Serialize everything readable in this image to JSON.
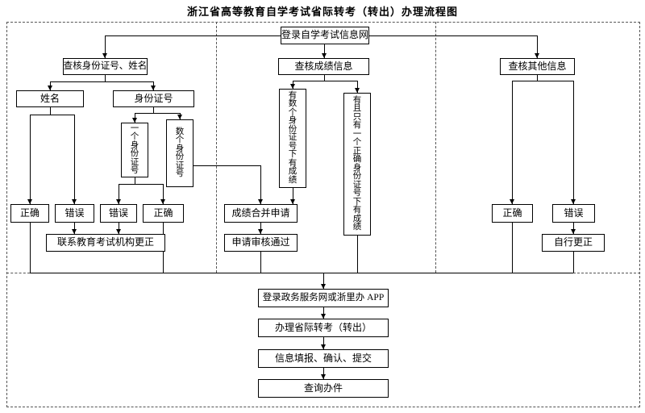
{
  "title": "浙江省高等教育自学考试省际转考（转出）办理流程图",
  "nodes": {
    "login_exam_net": "登录自学考试信息网",
    "check_id_name": "查核身份证号、姓名",
    "check_score_info": "查核成绩信息",
    "check_other_info": "查核其他信息",
    "name": "姓名",
    "id_number": "身份证号",
    "one_id_number": "一个身份证号",
    "multiple_id_numbers": "数个身份证号",
    "scores_under_multiple_ids": "有数个身份证号下有成绩",
    "scores_under_single_correct_id": "有且只有一个正确身份证号下有成绩",
    "name_correct": "正确",
    "name_wrong": "错误",
    "one_id_wrong": "错误",
    "one_id_correct": "正确",
    "contact_org_fix": "联系教育考试机构更正",
    "score_merge_apply": "成绩合并申请",
    "apply_approved": "申请审核通过",
    "other_correct": "正确",
    "other_wrong": "错误",
    "self_fix": "自行更正",
    "login_gov_app": "登录政务服务网或浙里办 APP",
    "handle_transfer_out": "办理省际转考（转出）",
    "fill_confirm_submit": "信息填报、确认、提交",
    "query_case": "查询办件"
  }
}
